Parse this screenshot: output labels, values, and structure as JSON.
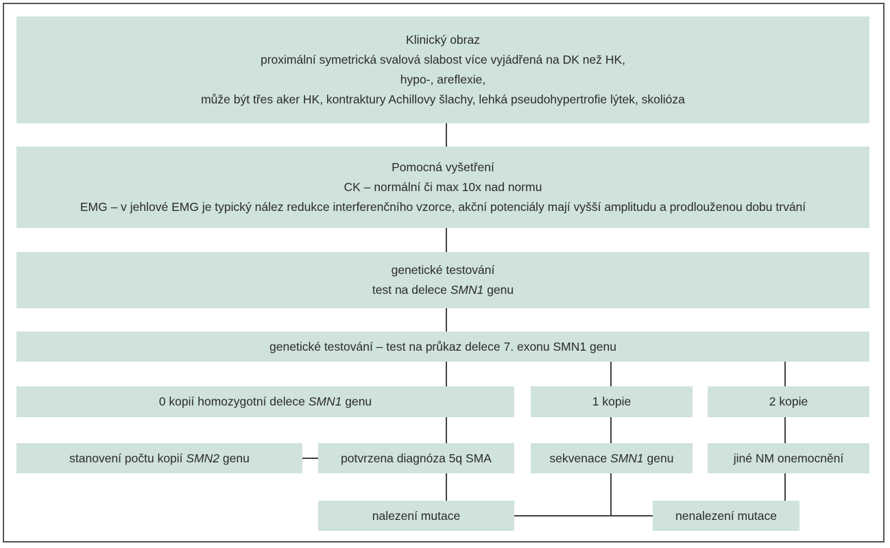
{
  "colors": {
    "box": "#cfe3da",
    "line": "#404040",
    "text": "#2b2b2b",
    "frame": "#555555"
  },
  "nodes": {
    "klinicky": {
      "title": "Klinický obraz",
      "line1": "proximální symetrická svalová slabost více vyjádřená na DK než HK,",
      "line2": "hypo-, areflexie,",
      "line3": "může být třes aker HK, kontraktury Achillovy šlachy, lehká pseudohypertrofie lýtek, skolióza"
    },
    "pomocna": {
      "title": "Pomocná vyšetření",
      "line1": "CK – normální či max 10x nad normu",
      "line2": "EMG – v jehlové EMG je typický nález redukce interferenčního vzorce, akční potenciály mají vyšší amplitudu a prodlouženou dobu trvání"
    },
    "genetika1": {
      "title": "genetické testování",
      "line1_pre": "test na delece ",
      "line1_gene": "SMN1",
      "line1_post": " genu"
    },
    "genetika2": {
      "text": "genetické testování – test na průkaz delece 7. exonu SMN1 genu"
    },
    "kopie0": {
      "pre": "0 kopií homozygotní delece ",
      "gene": "SMN1",
      "post": " genu"
    },
    "kopie1": {
      "text": "1 kopie"
    },
    "kopie2": {
      "text": "2 kopie"
    },
    "stanoveni": {
      "pre": "stanovení počtu kopií ",
      "gene": "SMN2",
      "post": " genu"
    },
    "potvrzena": {
      "text": "potvrzena diagnóza 5q SMA"
    },
    "sekvenace": {
      "pre": "sekvenace ",
      "gene": "SMN1",
      "post": " genu"
    },
    "jine": {
      "text": "jiné NM onemocnění"
    },
    "nalezeni": {
      "text": "nalezení mutace"
    },
    "nenalezeni": {
      "text": "nenalezení mutace"
    }
  }
}
